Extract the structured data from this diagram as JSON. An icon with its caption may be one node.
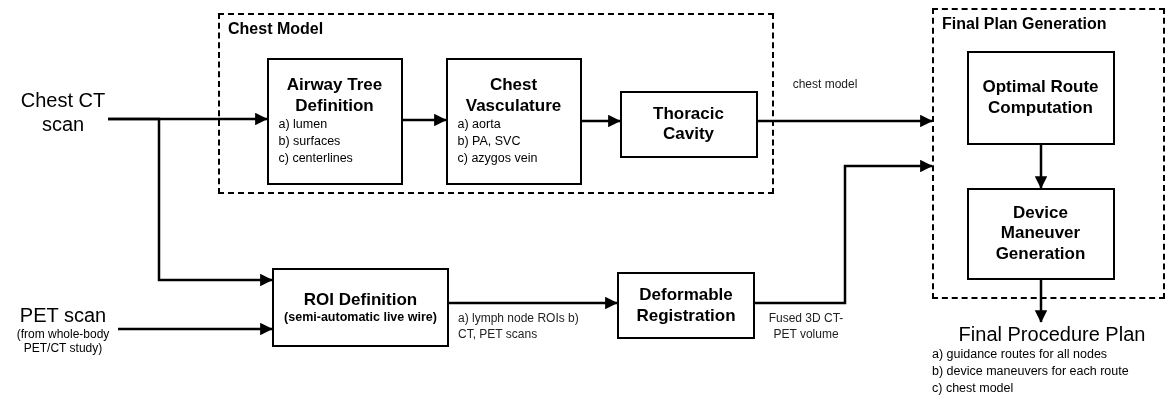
{
  "diagram": {
    "nodes": [
      {
        "text": [
          "Chest CT scan"
        ]
      },
      {
        "text": [
          "PET scan",
          "(from whole-body PET/CT study)"
        ]
      },
      {
        "text": [
          "Chest Model"
        ]
      },
      {
        "text": [
          "Airway Tree Definition",
          "a) lumen",
          "b) surfaces",
          "c) centerlines"
        ],
        "in": 2
      },
      {
        "text": [
          "Chest Vasculature",
          "a) aorta",
          "b) PA, SVC",
          "c) azygos vein"
        ],
        "in": 2
      },
      {
        "text": [
          "Thoracic Cavity"
        ],
        "in": 2
      },
      {
        "text": [
          "ROI Definition",
          "(semi-automatic live wire)"
        ]
      },
      {
        "text": [
          "Deformable Registration"
        ]
      },
      {
        "text": [
          "Final Plan Generation"
        ]
      },
      {
        "text": [
          "Optimal Route Computation"
        ],
        "in": 8
      },
      {
        "text": [
          "Device Maneuver Generation"
        ],
        "in": 8
      },
      {
        "text": [
          "Final Procedure Plan",
          "a) guidance routes for all nodes",
          "b) device maneuvers for each route",
          "c) chest model"
        ]
      }
    ],
    "edges": [
      {
        "from": 0,
        "to": 3,
        "arrow": "to"
      },
      {
        "from": 0,
        "to": 6,
        "arrow": "to"
      },
      {
        "from": 1,
        "to": 6,
        "arrow": "to"
      },
      {
        "from": 3,
        "to": 4,
        "arrow": "to"
      },
      {
        "from": 4,
        "to": 5,
        "arrow": "to"
      },
      {
        "from": 5,
        "to": 8,
        "label": "chest model",
        "arrow": "to"
      },
      {
        "from": 6,
        "to": 7,
        "label": "a) lymph node ROIs b) CT, PET scans",
        "arrow": "to"
      },
      {
        "from": 7,
        "to": 8,
        "label": "Fused 3D CT-PET volume",
        "arrow": "to"
      },
      {
        "from": 9,
        "to": 10,
        "arrow": "to"
      },
      {
        "from": 10,
        "to": 11,
        "arrow": "to"
      }
    ]
  }
}
